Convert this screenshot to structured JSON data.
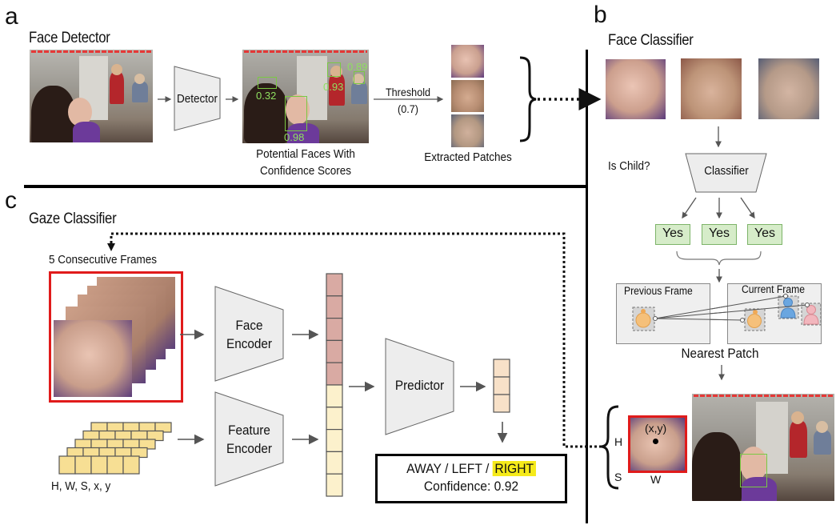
{
  "panels": {
    "a": {
      "letter": "a",
      "title": "Face Detector",
      "detector_label": "Detector",
      "detections": [
        {
          "score": "0.32"
        },
        {
          "score": "0.98"
        },
        {
          "score": "0.93"
        },
        {
          "score": "0.89"
        }
      ],
      "potential_faces_caption_line1": "Potential Faces With",
      "potential_faces_caption_line2": "Confidence Scores",
      "threshold_label": "Threshold",
      "threshold_value": "(0.7)",
      "extracted_caption": "Extracted Patches"
    },
    "b": {
      "letter": "b",
      "title": "Face Classifier",
      "question": "Is Child?",
      "classifier_label": "Classifier",
      "outputs": [
        "Yes",
        "Yes",
        "Yes"
      ],
      "previous_frame_label": "Previous Frame",
      "current_frame_label": "Current Frame",
      "nearest_patch_label": "Nearest Patch",
      "feature_labels": {
        "h": "H",
        "s": "S",
        "w": "W",
        "xy": "(x,y)"
      }
    },
    "c": {
      "letter": "c",
      "title": "Gaze Classifier",
      "frames_label": "5 Consecutive Frames",
      "face_encoder_line1": "Face",
      "face_encoder_line2": "Encoder",
      "feature_encoder_line1": "Feature",
      "feature_encoder_line2": "Encoder",
      "features_caption": "H, W, S, x, y",
      "predictor_label": "Predictor",
      "result": {
        "classes_prefix": "AWAY / LEFT / ",
        "selected_class": "RIGHT",
        "confidence_text": "Confidence: 0.92"
      }
    }
  },
  "colors": {
    "detection_box": "#7ac943",
    "frame_highlight": "#e01b1b",
    "yes_fill": "#d6ecc9",
    "face_embedding": "#d9aaa3",
    "feature_embedding": "#fcf1cc",
    "output_vector": "#f8e1c8",
    "selected_highlight": "#f5ea1a",
    "feature_grid": "#f7df94"
  }
}
